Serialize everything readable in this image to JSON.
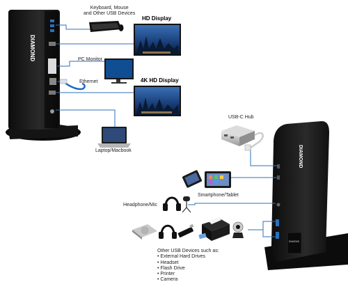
{
  "labels": {
    "keyboard_mouse": [
      "Keyboard, Mouse",
      "and Other USB Devices"
    ],
    "hd_display": "HD Display",
    "pc_monitor": "PC Monitor",
    "ethernet": "Ethernet",
    "uhd_display": "4K HD Display",
    "laptop": "Laptop/Macbook",
    "usbc_hub": "USB-C Hub",
    "smartphone_tablet": "Smartphone/Tablet",
    "headphone_mic": "Headphone/Mic",
    "other_usb_title": "Other USB Devices such as:",
    "other_usb_items": [
      "External Hard Drives",
      "Headset",
      "Flash Drive",
      "Printer",
      "Camera"
    ]
  },
  "brand": "DIAMOND",
  "colors": {
    "connector_line": "#2d6fb8",
    "dock_body": "#1b1b1b",
    "screen": "#1a4c8c"
  }
}
